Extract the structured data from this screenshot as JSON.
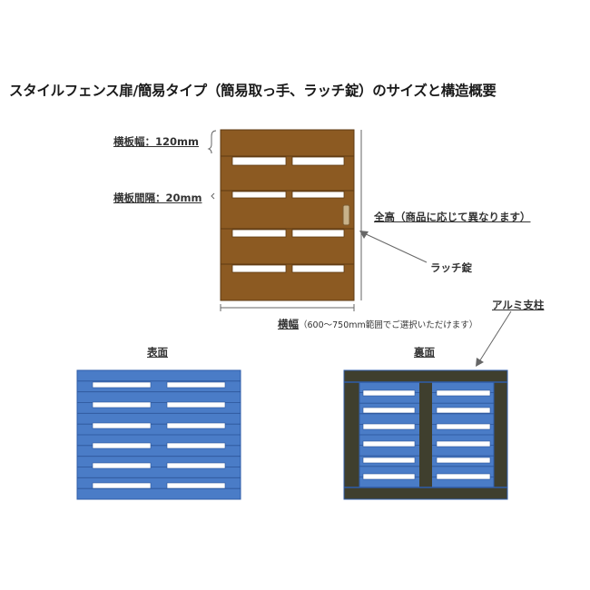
{
  "title": "スタイルフェンス扉/簡易タイプ（簡易取っ手、ラッチ錠）のサイズと構造概要",
  "labels": {
    "board_width": "横板幅：120mm",
    "board_gap": "横板間隔：20mm",
    "total_height": "全高（商品に応じて異なります）",
    "latch": "ラッチ錠",
    "width_prefix": "横幅",
    "width_range": "（600〜750mm範囲でご選択いただけます）",
    "aluminum_post": "アルミ支柱",
    "front": "表面",
    "back": "裏面"
  },
  "colors": {
    "wood": "#8c5a22",
    "wood_edge": "#5e3a12",
    "blue": "#4a7cc7",
    "blue_edge": "#2f5da8",
    "frame": "#3f3f2e"
  }
}
